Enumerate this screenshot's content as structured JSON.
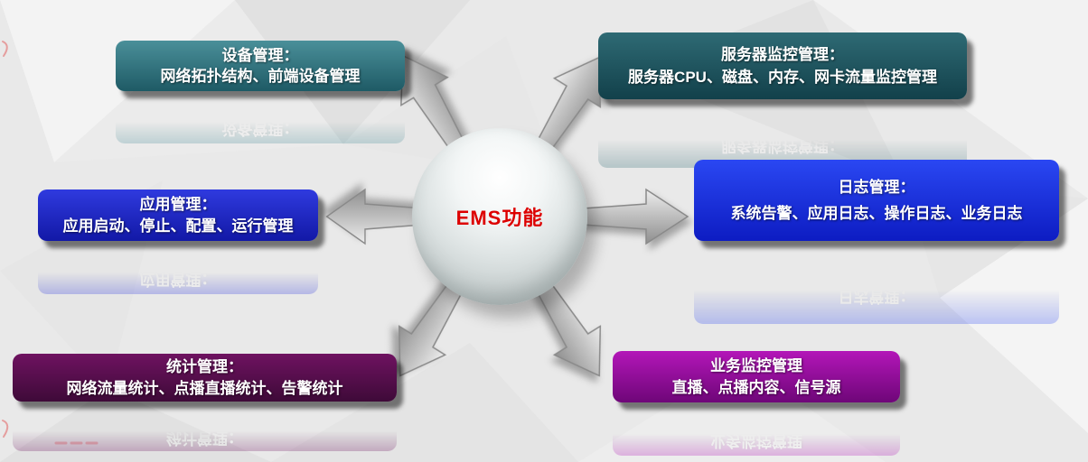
{
  "center": {
    "label": "EMS功能",
    "text_color": "#dd0000"
  },
  "boxes": [
    {
      "name": "device-management",
      "title": "设备管理：",
      "body": "网络拓扑结构、前端设备管理",
      "gradient": [
        "#4a8f99",
        "#1e5a65"
      ]
    },
    {
      "name": "server-monitoring",
      "title": "服务器监控管理：",
      "body": "服务器CPU、磁盘、内存、网卡流量监控管理",
      "gradient": [
        "#2e6a74",
        "#12404a"
      ]
    },
    {
      "name": "application-management",
      "title": "应用管理：",
      "body": "应用启动、停止、配置、运行管理",
      "gradient": [
        "#2f3ade",
        "#1218a6"
      ]
    },
    {
      "name": "log-management",
      "title": "日志管理：",
      "body": "系统告警、应用日志、操作日志、业务日志",
      "gradient": [
        "#2a47f2",
        "#0d1cc2"
      ]
    },
    {
      "name": "statistics-management",
      "title": "统计管理：",
      "body": "网络流量统计、点播直播统计、告警统计",
      "gradient": [
        "#6e1260",
        "#3e0a38"
      ]
    },
    {
      "name": "business-monitoring",
      "title": "业务监控管理",
      "body": "直播、点播内容、信号源",
      "gradient": [
        "#b316b8",
        "#6e0678"
      ]
    }
  ],
  "arrows": [
    "up-left",
    "up-right",
    "left",
    "right",
    "down-left",
    "down-right"
  ],
  "colors": {
    "background": "#e9e9e9",
    "arrow_fill_light": "#ececec",
    "arrow_fill_dark": "#939393",
    "box_text": "#ffffff"
  }
}
